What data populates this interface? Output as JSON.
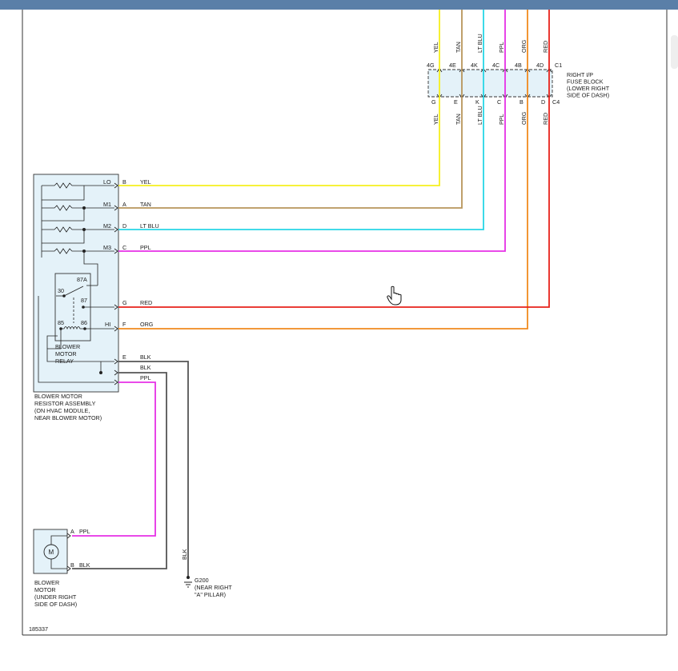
{
  "diagram_id": "185337",
  "fuse_block": {
    "name_lines": [
      "RIGHT I/P",
      "FUSE BLOCK",
      "(LOWER RIGHT",
      "SIDE OF DASH)"
    ],
    "connector_top": "C1",
    "connector_bottom": "C4",
    "columns": [
      {
        "color": "YEL",
        "top_pin": "4G",
        "bottom_pin": "G",
        "hex": "#f5ef1f"
      },
      {
        "color": "TAN",
        "top_pin": "4E",
        "bottom_pin": "E",
        "hex": "#b8955b"
      },
      {
        "color": "LT BLU",
        "top_pin": "4K",
        "bottom_pin": "K",
        "hex": "#27d6e6"
      },
      {
        "color": "PPL",
        "top_pin": "4C",
        "bottom_pin": "C",
        "hex": "#e630e6"
      },
      {
        "color": "ORG",
        "top_pin": "4B",
        "bottom_pin": "B",
        "hex": "#f08a1e"
      },
      {
        "color": "RED",
        "top_pin": "4D",
        "bottom_pin": "D",
        "hex": "#e8221b"
      }
    ]
  },
  "resistor_assembly": {
    "name_lines": [
      "BLOWER MOTOR",
      "RESISTOR ASSEMBLY",
      "(ON HVAC MODULE,",
      "NEAR BLOWER MOTOR)"
    ],
    "speed_circuits": [
      {
        "label": "LO",
        "pin": "B",
        "wire": "YEL"
      },
      {
        "label": "M1",
        "pin": "A",
        "wire": "TAN"
      },
      {
        "label": "M2",
        "pin": "D",
        "wire": "LT BLU"
      },
      {
        "label": "M3",
        "pin": "C",
        "wire": "PPL"
      }
    ],
    "relay_circuits": [
      {
        "label": "",
        "pin": "G",
        "wire": "RED"
      },
      {
        "label": "HI",
        "pin": "F",
        "wire": "ORG"
      }
    ],
    "ground_circuit": {
      "pin": "E",
      "wire": "BLK"
    },
    "pass_wires": [
      "BLK",
      "PPL"
    ]
  },
  "relay": {
    "name_lines": [
      "BLOWER",
      "MOTOR",
      "RELAY"
    ],
    "terminals": [
      "87A",
      "30",
      "87",
      "85",
      "86"
    ]
  },
  "blower_motor": {
    "symbol": "M",
    "name_lines": [
      "BLOWER",
      "MOTOR",
      "(UNDER RIGHT",
      "SIDE OF DASH)"
    ],
    "pins": [
      {
        "pin": "A",
        "wire": "PPL"
      },
      {
        "pin": "B",
        "wire": "BLK"
      }
    ]
  },
  "ground": {
    "wire": "BLK",
    "name_lines": [
      "G200",
      "(NEAR RIGHT",
      "\"A\" PILLAR)"
    ]
  },
  "colors": {
    "blk": "#555555",
    "ppl": "#e630e6",
    "frame": "#5a7fa8"
  },
  "cursor": "hand-pointer-icon"
}
